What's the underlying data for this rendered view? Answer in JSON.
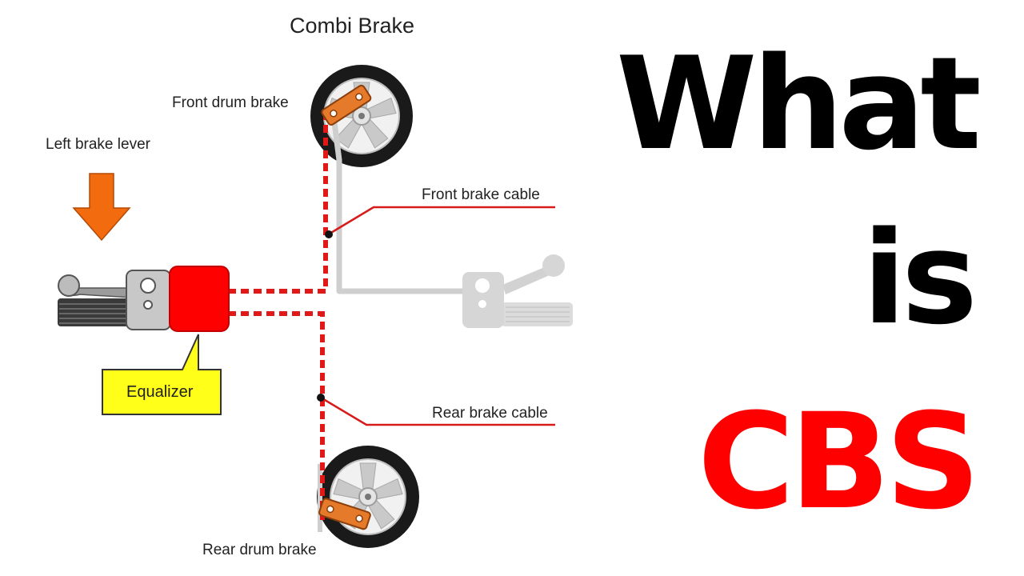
{
  "diagram": {
    "title": "Combi Brake",
    "labels": {
      "front_drum_brake": "Front drum brake",
      "left_brake_lever": "Left brake lever",
      "front_brake_cable": "Front brake cable",
      "rear_brake_cable": "Rear brake cable",
      "rear_drum_brake": "Rear drum brake",
      "equalizer": "Equalizer"
    }
  },
  "headline": {
    "line1": "What",
    "line2": "is",
    "line3": "CBS"
  },
  "colors": {
    "cable_red": "#e01818",
    "equalizer_red": "#ff0000",
    "arrow_orange": "#f26b0f",
    "callout_yellow": "#ffff1a",
    "headline_black": "#000000",
    "headline_red": "#ff0000",
    "grey_handle": "#d6d6d6"
  }
}
